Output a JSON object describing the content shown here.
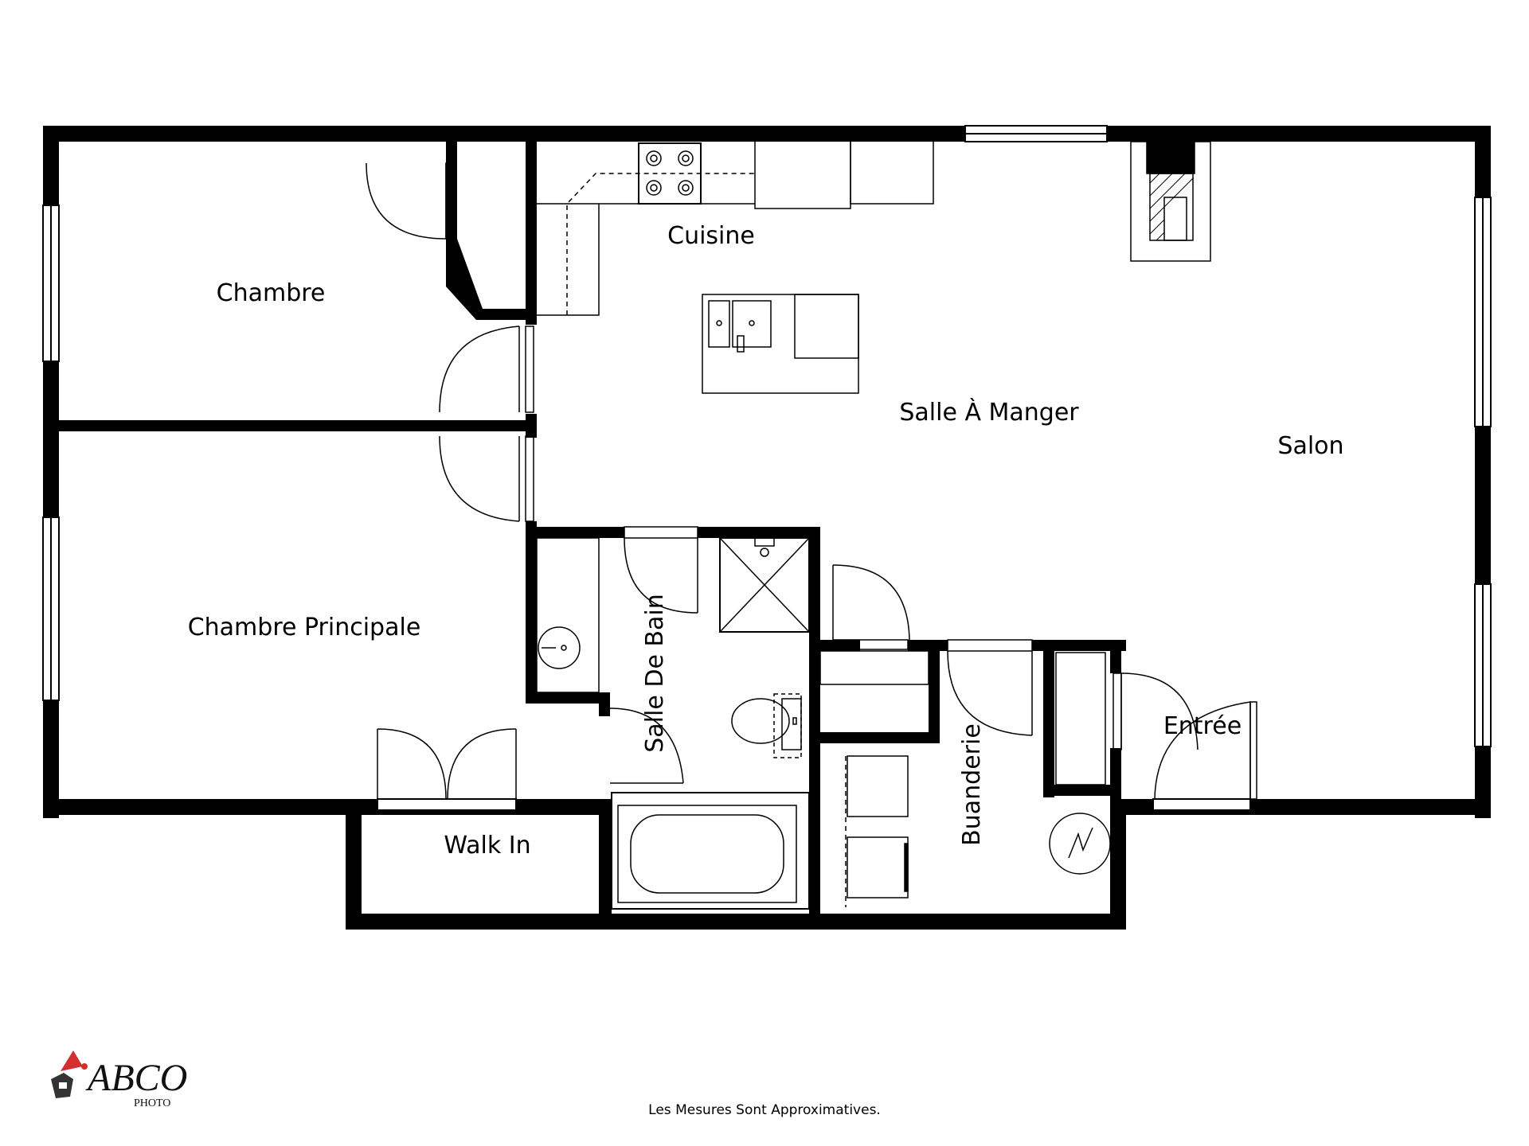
{
  "rooms": {
    "chambre": "Chambre",
    "cuisine": "Cuisine",
    "salle_a_manger": "Salle À Manger",
    "salon": "Salon",
    "chambre_principale": "Chambre Principale",
    "salle_de_bain": "Salle De Bain",
    "entree": "Entrée",
    "buanderie": "Buanderie",
    "walk_in": "Walk In"
  },
  "footer": {
    "note": "Les Mesures Sont Approximatives."
  },
  "logo": {
    "text": "ABCO",
    "subtext": "PHOTO",
    "accent_color": "#d32f2f"
  },
  "colors": {
    "wall": "#000000",
    "background": "#ffffff"
  }
}
